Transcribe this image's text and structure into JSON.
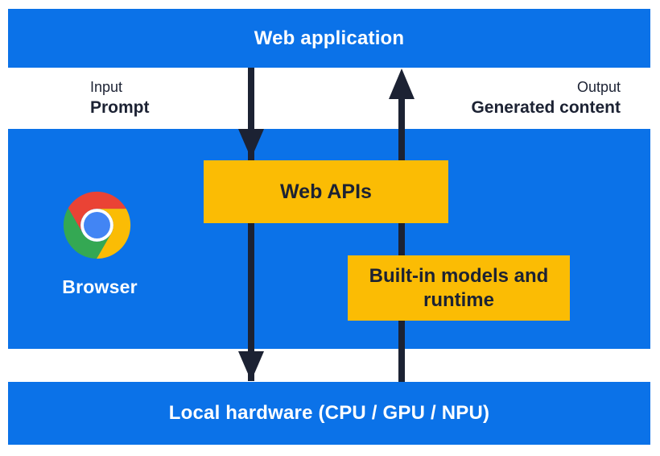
{
  "colors": {
    "blue": "#0b72e8",
    "yellow": "#fbbc04",
    "dark": "#1c2233",
    "white_text": "#ffffff",
    "chrome_red": "#ea4335",
    "chrome_green": "#34a853",
    "chrome_yellow": "#fbbc05",
    "chrome_blue": "#4285f4"
  },
  "top_bar": {
    "label": "Web application"
  },
  "flow_labels": {
    "input_title": "Input",
    "input_value": "Prompt",
    "output_title": "Output",
    "output_value": "Generated content"
  },
  "browser": {
    "label": "Browser",
    "icon": "chrome-icon"
  },
  "boxes": {
    "web_apis": {
      "label": "Web APIs"
    },
    "builtin": {
      "label": "Built-in models and runtime"
    }
  },
  "bottom_bar": {
    "label": "Local hardware (CPU / GPU / NPU)"
  }
}
